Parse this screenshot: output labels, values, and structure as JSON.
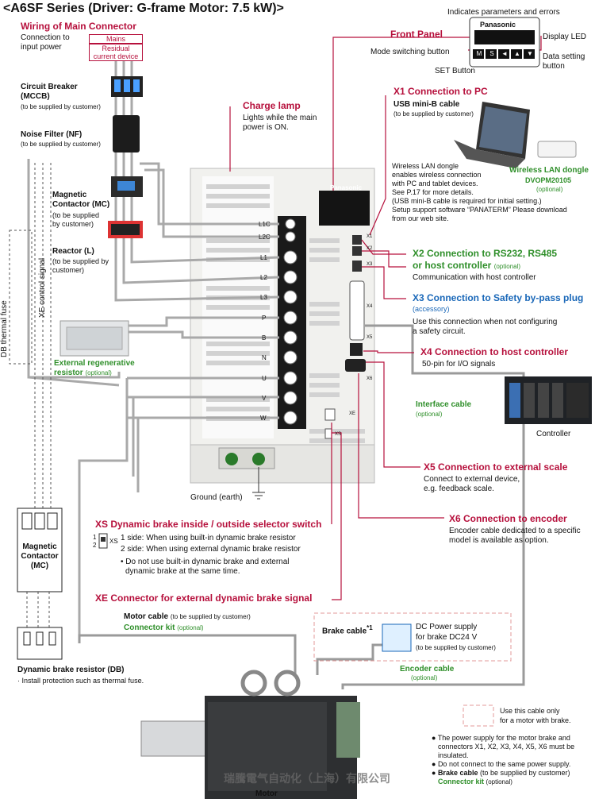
{
  "title": "<A6SF Series (Driver: G-frame Motor:  7.5 kW)>",
  "colors": {
    "accent_red": "#b6103c",
    "accent_blue": "#1967b8",
    "accent_green": "#2f8f2a"
  },
  "wiring": {
    "heading": "Wiring of Main Connector",
    "connection_desc": "Connection to input power",
    "mains_label": "Mains",
    "rcd_label": "Residual current device"
  },
  "mccb": {
    "name": "Circuit Breaker (MCCB)",
    "note": "(to be supplied by customer)"
  },
  "noise_filter": {
    "name": "Noise Filter (NF)",
    "note": "(to be supplied by customer)"
  },
  "magnetic_contactor": {
    "name": "Magnetic Contactor (MC)",
    "note": "(to be supplied by customer)"
  },
  "reactor": {
    "name": "Reactor (L)",
    "note": "(to be supplied by customer)"
  },
  "side_labels": {
    "db_fuse": "DB thermal fuse",
    "xe_signal": "XE control signal"
  },
  "regen": {
    "name": "External regenerative resistor",
    "opt": "(optional)"
  },
  "mc_box": {
    "line1": "Magnetic",
    "line2": "Contactor",
    "line3": "(MC)"
  },
  "db": {
    "name": "Dynamic brake resistor (DB)",
    "note": "· Install protection such as thermal fuse."
  },
  "charge_lamp": {
    "heading": "Charge lamp",
    "desc1": "Lights while the main",
    "desc2": "power is ON."
  },
  "front_panel": {
    "heading": "Front Panel",
    "indicates": "Indicates parameters and errors",
    "brand": "Panasonic",
    "display_led": "Display LED",
    "mode_switch": "Mode switching button",
    "data_setting": "Data setting button",
    "set_button": "SET Button",
    "keys": [
      "M",
      "S",
      "◄",
      "▲",
      "▼"
    ]
  },
  "x1": {
    "heading": "X1 Connection to PC",
    "usb": "USB mini-B cable",
    "usb_note": "(to be supplied by customer)",
    "desc": [
      "Wireless LAN dongle",
      "enables wireless connection",
      "with PC and tablet devices.",
      "See P.17 for more details.",
      "(USB mini-B cable is required for initial setting.)",
      "Setup support software “PANATERM” Please download",
      "from our web site."
    ],
    "dongle_name": "Wireless LAN dongle",
    "dongle_part": "DVOPM20105",
    "dongle_opt": "(optional)"
  },
  "x2": {
    "heading1": "X2 Connection to RS232, RS485",
    "heading2": "or host controller",
    "opt": "(optional)",
    "desc": "Communication with host controller"
  },
  "x3": {
    "heading": "X3 Connection to Safety by-pass plug",
    "opt": "(accessory)",
    "desc1": "Use this connection when not configuring",
    "desc2": "a safety circuit."
  },
  "x4": {
    "heading": "X4 Connection to host controller",
    "desc": "50-pin for I/O signals",
    "cable": "Interface cable",
    "cable_opt": "(optional)",
    "controller": "Controller"
  },
  "x5": {
    "heading": "X5 Connection to external scale",
    "desc1": "Connect to external device,",
    "desc2": "e.g. feedback scale."
  },
  "x6": {
    "heading": "X6 Connection to encoder",
    "desc1": "Encoder cable dedicated to a specific",
    "desc2": "model is available as option."
  },
  "xs": {
    "heading": "XS Dynamic brake inside / outside selector switch",
    "line1": "1 side: When using built-in dynamic brake resistor",
    "line2": "2 side: When using external dynamic brake resistor",
    "line3": "• Do not use built-in dynamic brake and external",
    "line4": "dynamic brake at the same time.",
    "sw1": "1",
    "sw2": "2",
    "sw_label": "XS"
  },
  "xe": {
    "heading": "XE Connector for external dynamic brake signal"
  },
  "motor_cable": {
    "name": "Motor cable",
    "note": "(to be supplied by customer)",
    "kit": "Connector kit",
    "kit_opt": "(optional)"
  },
  "brake": {
    "cable": "Brake cable",
    "sup": "*1",
    "dc1": "DC Power supply",
    "dc2": "for brake DC24 V",
    "dc_note": "(to be supplied by customer)"
  },
  "encoder_cable": {
    "name": "Encoder cable",
    "opt": "(optional)"
  },
  "notes": {
    "legend1": "Use this cable only",
    "legend2": "for a motor with brake.",
    "n1": "The power supply for the motor brake and",
    "n2": "connectors X1, X2, X3, X4, X5, X6 must be",
    "n3": "insulated.",
    "n4": "Do not connect to the same power supply.",
    "brake_cable": "Brake cable",
    "brake_cable_note": "(to be supplied by customer)",
    "kit": "Connector kit",
    "kit_opt": "(optional)"
  },
  "ground": "Ground (earth)",
  "motor_label": "Motor",
  "watermark": "瑞騰電气自动化（上海）有限公司",
  "driver": {
    "terminals": [
      "L1C",
      "L2C",
      "L1",
      "L2",
      "L3",
      "P",
      "B",
      "N",
      "U",
      "V",
      "W"
    ],
    "connectors": [
      "X1",
      "X2",
      "X3",
      "X4",
      "X5",
      "X6",
      "XE",
      "XS"
    ],
    "brand": "Panasonic"
  }
}
